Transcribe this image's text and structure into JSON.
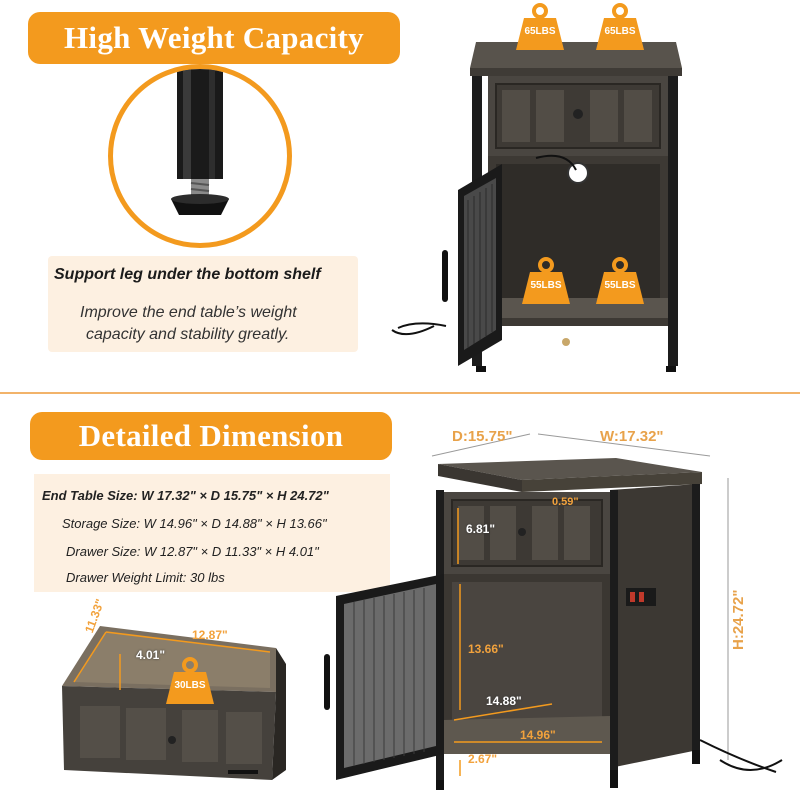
{
  "top_section": {
    "title": "High Weight Capacity",
    "caption_title": "Support leg under the bottom shelf",
    "caption_body_line1": "Improve the end table’s weight",
    "caption_body_line2": "capacity and stability greatly.",
    "weights": {
      "top_left": "65LBS",
      "top_right": "65LBS",
      "shelf_left": "55LBS",
      "shelf_right": "55LBS"
    }
  },
  "bottom_section": {
    "title": "Detailed Dimension",
    "specs": {
      "end_table": "End Table Size: W 17.32\" × D 15.75\" ×  H 24.72\"",
      "storage": "Storage Size: W 14.96\" × D 14.88\" ×  H 13.66\"",
      "drawer": "Drawer Size: W 12.87\" × D 11.33\" ×  H 4.01\"",
      "drawer_limit": "Drawer Weight Limit: 30 lbs"
    },
    "drawer_dims": {
      "depth": "11.33\"",
      "width": "12.87\"",
      "height": "4.01\"",
      "weight": "30LBS"
    },
    "table_dims": {
      "depth": "D:15.75\"",
      "width": "W:17.32\"",
      "height": "H:24.72\"",
      "top_thickness": "0.59\"",
      "drawer_height": "6.81\"",
      "storage_height": "13.66\"",
      "storage_depth": "14.88\"",
      "storage_width": "14.96\"",
      "leg_height": "2.67\""
    }
  },
  "colors": {
    "accent_orange": "#f39a1e",
    "wood_dark": "#4a4641",
    "frame_black": "#1c1c1c",
    "caption_bg": "#fdf0e1",
    "divider": "#f2b36a"
  }
}
